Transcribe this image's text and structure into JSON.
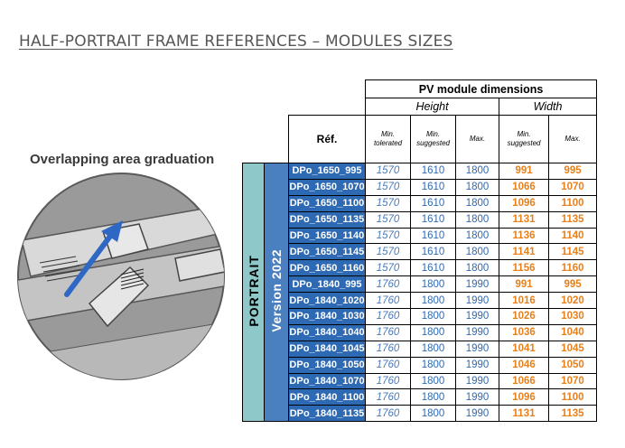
{
  "page": {
    "title": "HALF-PORTRAIT FRAME REFERENCES – MODULES SIZES"
  },
  "illustration": {
    "caption": "Overlapping area graduation"
  },
  "table": {
    "group_header": "PV module dimensions",
    "height_header": "Height",
    "width_header": "Width",
    "ref_header": "Réf.",
    "height_cols": [
      "Min.\ntolerated",
      "Min.\nsuggested",
      "Max."
    ],
    "width_cols": [
      "Min.\nsuggested",
      "Max."
    ],
    "orientation_label": "PORTRAIT",
    "version_label": "Version 2022",
    "rows": [
      {
        "ref": "DPo_1650_995",
        "h_min_tol": "1570",
        "h_min_sug": "1610",
        "h_max": "1800",
        "w_min_sug": "991",
        "w_max": "995"
      },
      {
        "ref": "DPo_1650_1070",
        "h_min_tol": "1570",
        "h_min_sug": "1610",
        "h_max": "1800",
        "w_min_sug": "1066",
        "w_max": "1070"
      },
      {
        "ref": "DPo_1650_1100",
        "h_min_tol": "1570",
        "h_min_sug": "1610",
        "h_max": "1800",
        "w_min_sug": "1096",
        "w_max": "1100"
      },
      {
        "ref": "DPo_1650_1135",
        "h_min_tol": "1570",
        "h_min_sug": "1610",
        "h_max": "1800",
        "w_min_sug": "1131",
        "w_max": "1135"
      },
      {
        "ref": "DPo_1650_1140",
        "h_min_tol": "1570",
        "h_min_sug": "1610",
        "h_max": "1800",
        "w_min_sug": "1136",
        "w_max": "1140"
      },
      {
        "ref": "DPo_1650_1145",
        "h_min_tol": "1570",
        "h_min_sug": "1610",
        "h_max": "1800",
        "w_min_sug": "1141",
        "w_max": "1145"
      },
      {
        "ref": "DPo_1650_1160",
        "h_min_tol": "1570",
        "h_min_sug": "1610",
        "h_max": "1800",
        "w_min_sug": "1156",
        "w_max": "1160"
      },
      {
        "ref": "DPo_1840_995",
        "h_min_tol": "1760",
        "h_min_sug": "1800",
        "h_max": "1990",
        "w_min_sug": "991",
        "w_max": "995"
      },
      {
        "ref": "DPo_1840_1020",
        "h_min_tol": "1760",
        "h_min_sug": "1800",
        "h_max": "1990",
        "w_min_sug": "1016",
        "w_max": "1020"
      },
      {
        "ref": "DPo_1840_1030",
        "h_min_tol": "1760",
        "h_min_sug": "1800",
        "h_max": "1990",
        "w_min_sug": "1026",
        "w_max": "1030"
      },
      {
        "ref": "DPo_1840_1040",
        "h_min_tol": "1760",
        "h_min_sug": "1800",
        "h_max": "1990",
        "w_min_sug": "1036",
        "w_max": "1040"
      },
      {
        "ref": "DPo_1840_1045",
        "h_min_tol": "1760",
        "h_min_sug": "1800",
        "h_max": "1990",
        "w_min_sug": "1041",
        "w_max": "1045"
      },
      {
        "ref": "DPo_1840_1050",
        "h_min_tol": "1760",
        "h_min_sug": "1800",
        "h_max": "1990",
        "w_min_sug": "1046",
        "w_max": "1050"
      },
      {
        "ref": "DPo_1840_1070",
        "h_min_tol": "1760",
        "h_min_sug": "1800",
        "h_max": "1990",
        "w_min_sug": "1066",
        "w_max": "1070"
      },
      {
        "ref": "DPo_1840_1100",
        "h_min_tol": "1760",
        "h_min_sug": "1800",
        "h_max": "1990",
        "w_min_sug": "1096",
        "w_max": "1100"
      },
      {
        "ref": "DPo_1840_1135",
        "h_min_tol": "1760",
        "h_min_sug": "1800",
        "h_max": "1990",
        "w_min_sug": "1131",
        "w_max": "1135"
      }
    ]
  },
  "colors": {
    "ref_bg": "#2e69b3",
    "version_bg": "#4a7fc0",
    "portrait_bg": "#8fc8c8",
    "height_text": "#2e69b3",
    "width_text": "#e8801a"
  }
}
